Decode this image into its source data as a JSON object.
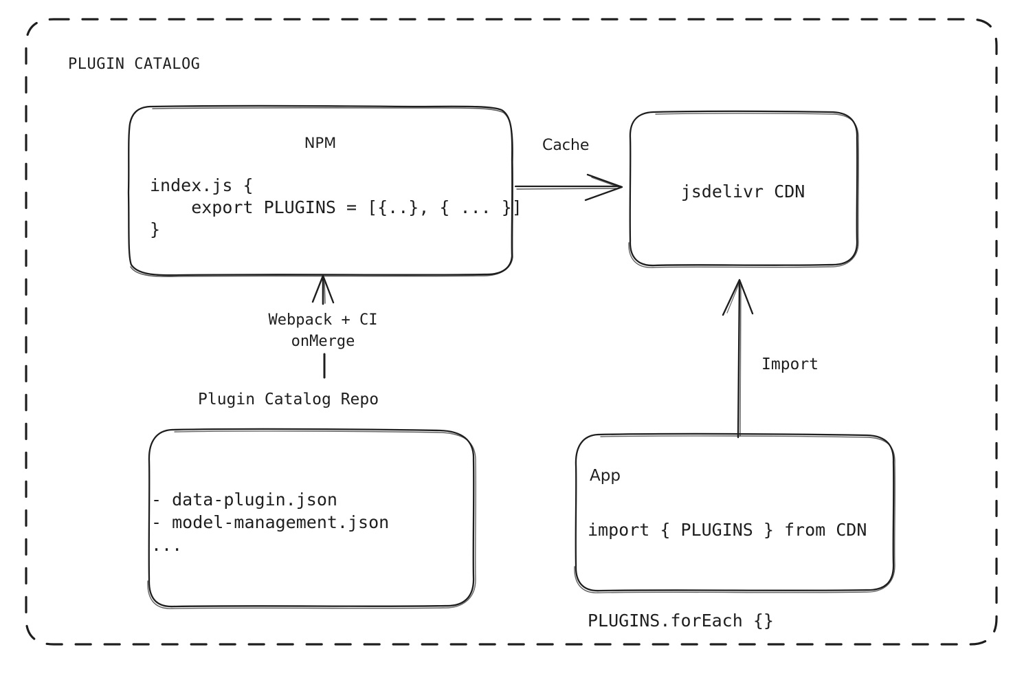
{
  "diagram": {
    "type": "architecture-flow",
    "title": "PLUGIN CATALOG",
    "background": "#ffffff",
    "stroke_color": "#1e1e1e",
    "style": "hand-drawn",
    "nodes": {
      "npm": {
        "title": "NPM",
        "code": "index.js {\n    export PLUGINS = [{..}, { ... }]\n}"
      },
      "cdn": {
        "title": "jsdelivr CDN"
      },
      "repo": {
        "title": "Plugin Catalog Repo",
        "list": "- data-plugin.json\n- model-management.json\n..."
      },
      "app": {
        "title": "App",
        "line1": "import { PLUGINS } from CDN",
        "line2": "PLUGINS.forEach {}",
        "code": "import { PLUGINS } from CDN\n\nPLUGINS.forEach {}"
      }
    },
    "edges": {
      "npm_to_cdn": {
        "label": "Cache",
        "from": "npm",
        "to": "cdn",
        "direction": "right"
      },
      "repo_to_npm": {
        "label": "Webpack + CI\nonMerge",
        "from": "repo",
        "to": "npm",
        "direction": "up"
      },
      "app_to_cdn": {
        "label": "Import",
        "from": "app",
        "to": "cdn",
        "direction": "up"
      }
    }
  }
}
